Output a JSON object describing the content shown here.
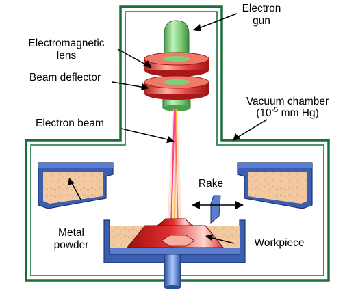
{
  "labels": {
    "electron_gun_line1": "Electron",
    "electron_gun_line2": "gun",
    "em_lens_line1": "Electromagnetic",
    "em_lens_line2": "lens",
    "beam_deflector": "Beam deflector",
    "vacuum_line1": "Vacuum chamber",
    "vacuum_line2_prefix": "(10",
    "vacuum_line2_exp": "-5",
    "vacuum_line2_suffix": " mm Hg)",
    "electron_beam": "Electron beam",
    "rake": "Rake",
    "metal_powder_line1": "Metal",
    "metal_powder_line2": "powder",
    "workpiece": "Workpiece"
  },
  "colors": {
    "chamber_outline": "#1a6e3c",
    "gun_green": "#7fcf7a",
    "lens_red": "#e03a3a",
    "powder": "#f2c9a0",
    "hopper_blue": "#3a5fb0",
    "workpiece_red": "#c72020",
    "beam": "#ff6a3a"
  }
}
